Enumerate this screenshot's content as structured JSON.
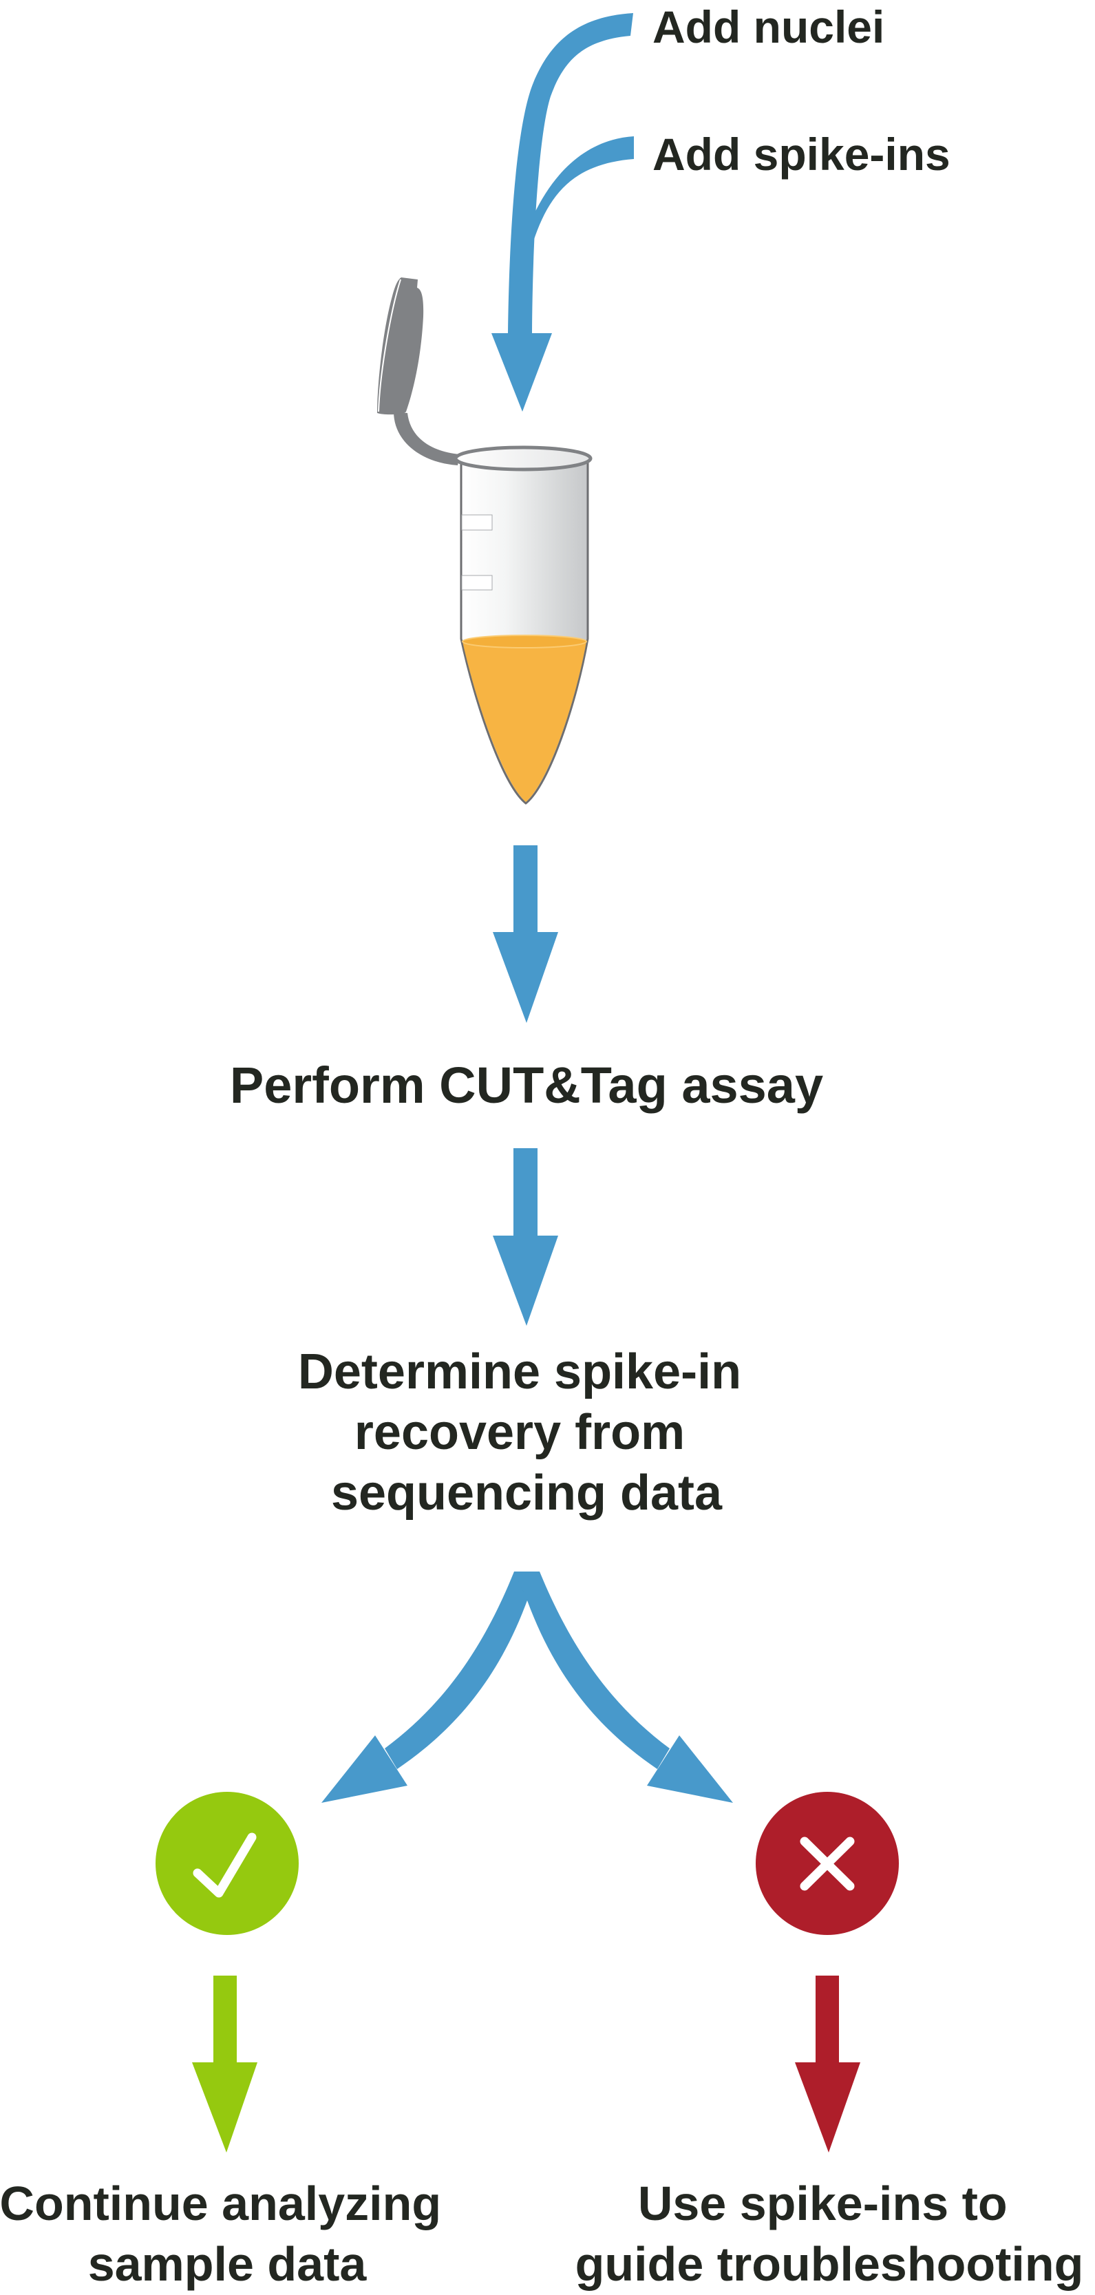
{
  "colors": {
    "flow_arrow": "#4899CB",
    "success": "#95C90F",
    "failure": "#AE1E2A",
    "text": "#232721",
    "tube_outline": "#77787B",
    "cap": "#808285",
    "liquid": "#F7B443"
  },
  "inputs": {
    "nuclei_label": "Add nuclei",
    "spike_ins_label": "Add spike-ins"
  },
  "tube": {
    "icon": "microcentrifuge-tube-icon"
  },
  "steps": {
    "assay": "Perform CUT&Tag assay",
    "recovery_lines": [
      "Determine spike-in",
      "recovery from",
      "sequencing data"
    ]
  },
  "outcomes": {
    "pass": {
      "icon": "check-icon",
      "lines": [
        "Continue analyzing",
        "sample data"
      ]
    },
    "fail": {
      "icon": "x-icon",
      "lines": [
        "Use spike-ins to",
        "guide troubleshooting"
      ]
    }
  }
}
